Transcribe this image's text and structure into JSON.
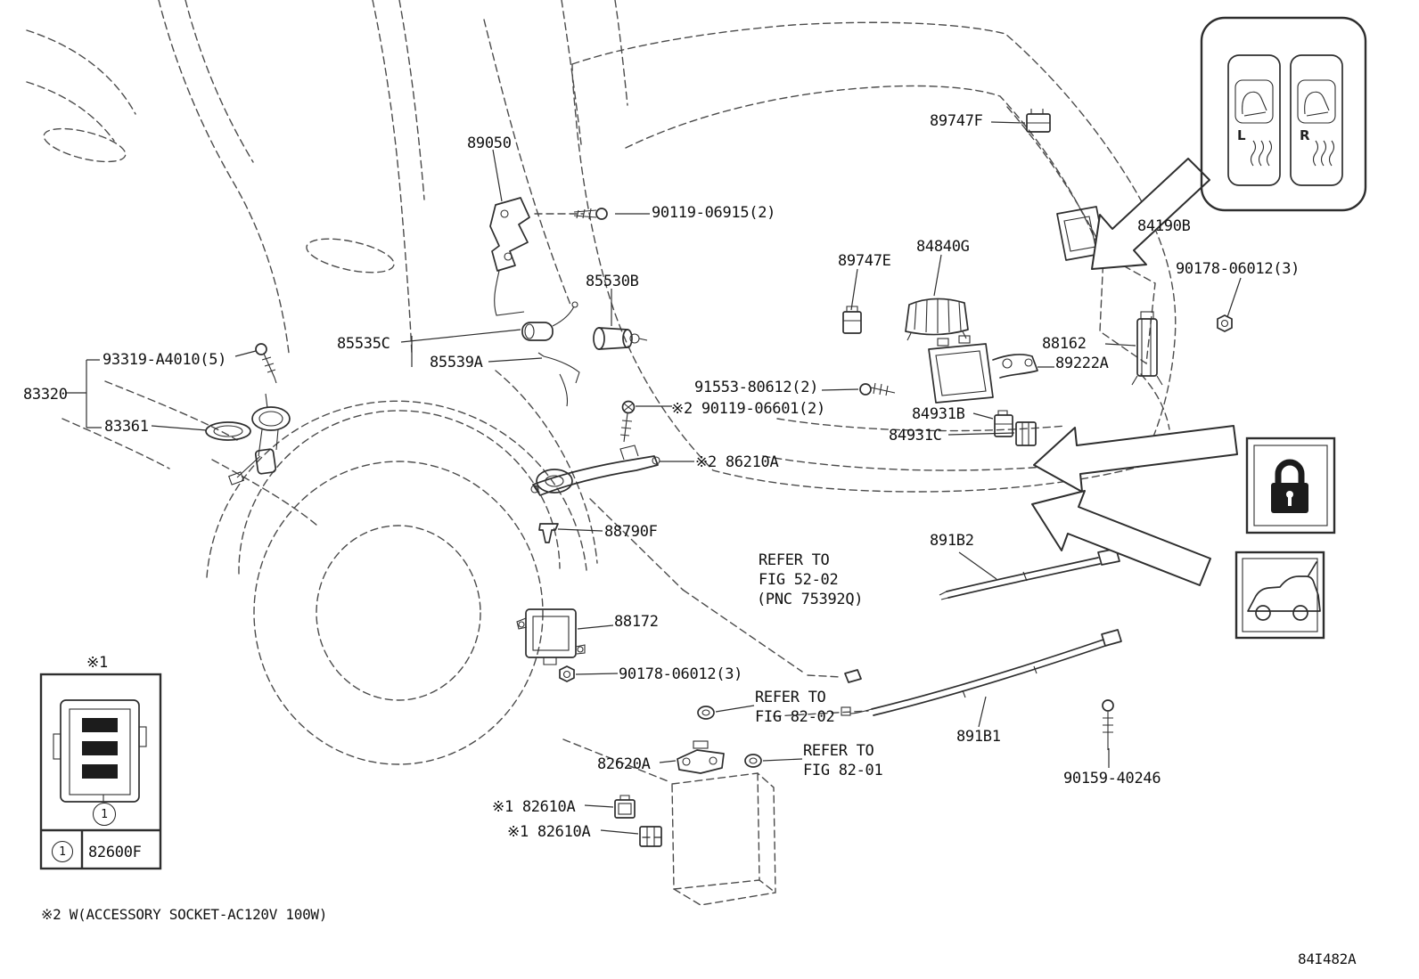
{
  "colors": {
    "line": "#2e2e2e",
    "background": "#ffffff",
    "dark_fill": "#1c1c1c"
  },
  "labels": {
    "l89050": "89050",
    "l90119_06915": "90119-06915(2)",
    "l89747F": "89747F",
    "l84190B": "84190B",
    "l84840G": "84840G",
    "l89747E": "89747E",
    "l90178_06012_a": "90178-06012(3)",
    "l85530B": "85530B",
    "l85535C": "85535C",
    "l85539A": "85539A",
    "l88162": "88162",
    "l89222A": "89222A",
    "l93319": "93319-A4010(5)",
    "l83320": "83320",
    "l83361": "83361",
    "l91553": "91553-80612(2)",
    "l90119_06601": "※2 90119-06601(2)",
    "l84931B": "84931B",
    "l84931C": "84931C",
    "l86210A": "※2 86210A",
    "l88790F": "88790F",
    "l891B2": "891B2",
    "l88172": "88172",
    "l90178_06012_b": "90178-06012(3)",
    "l891B1": "891B1",
    "l82620A": "82620A",
    "l90159": "90159-40246",
    "l82610A_a": "※1 82610A",
    "l82610A_b": "※1 82610A"
  },
  "refs": {
    "fig5202": {
      "line1": "REFER TO",
      "line2": "FIG 52-02",
      "line3": "(PNC 75392Q)"
    },
    "fig8202": {
      "line1": "REFER TO",
      "line2": "FIG 82-02"
    },
    "fig8201": {
      "line1": "REFER TO",
      "line2": "FIG 82-01"
    }
  },
  "inset": {
    "note": "※1",
    "callout": "1",
    "legend_callout": "1",
    "legend_part": "82600F"
  },
  "switch_panel": {
    "left": "L",
    "right": "R"
  },
  "footnote": "※2 W(ACCESSORY SOCKET-AC120V 100W)",
  "doc_code": "84I482A"
}
